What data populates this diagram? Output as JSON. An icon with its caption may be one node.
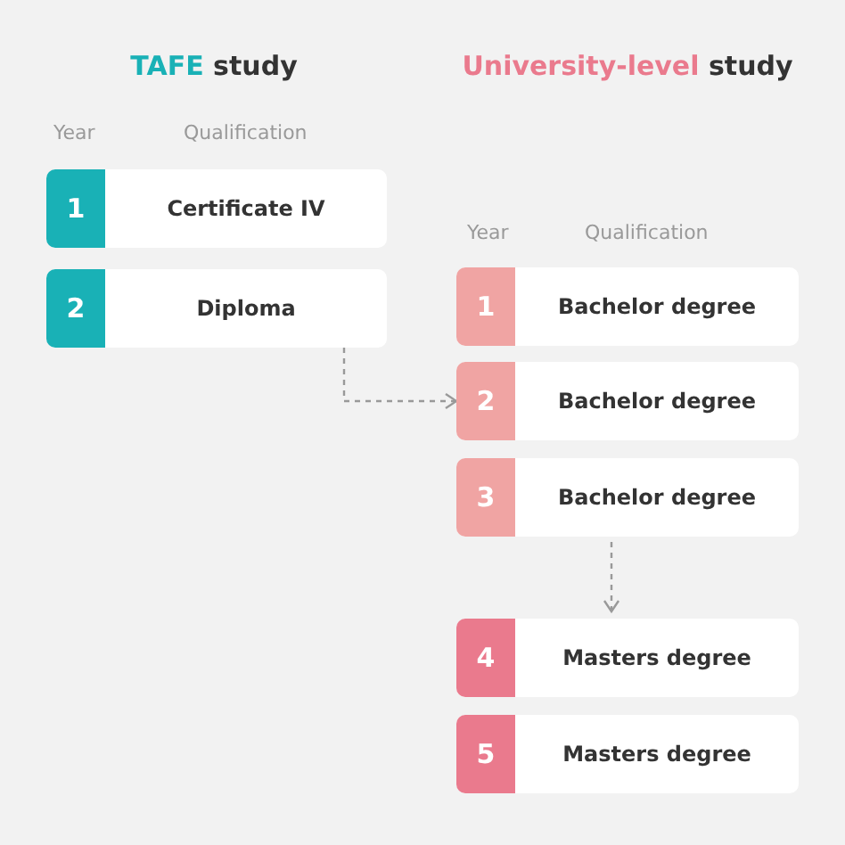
{
  "diagram": {
    "nodes": [
      {
        "text": [
          "1",
          "Certificate IV"
        ]
      },
      {
        "text": [
          "2",
          "Diploma"
        ]
      },
      {
        "text": [
          "1",
          "Bachelor degree"
        ]
      },
      {
        "text": [
          "2",
          "Bachelor degree"
        ]
      },
      {
        "text": [
          "3",
          "Bachelor degree"
        ]
      },
      {
        "text": [
          "4",
          "Masters degree"
        ]
      },
      {
        "text": [
          "5",
          "Masters degree"
        ]
      }
    ],
    "edges": [
      {
        "from": 1,
        "to": 3,
        "arrow": "to",
        "style": "dashed"
      },
      {
        "from": 4,
        "to": 5,
        "arrow": "to",
        "style": "dashed"
      }
    ],
    "labels": [
      "TAFE study",
      "University-level study",
      "Year",
      "Qualification",
      "Year",
      "Qualification"
    ]
  }
}
